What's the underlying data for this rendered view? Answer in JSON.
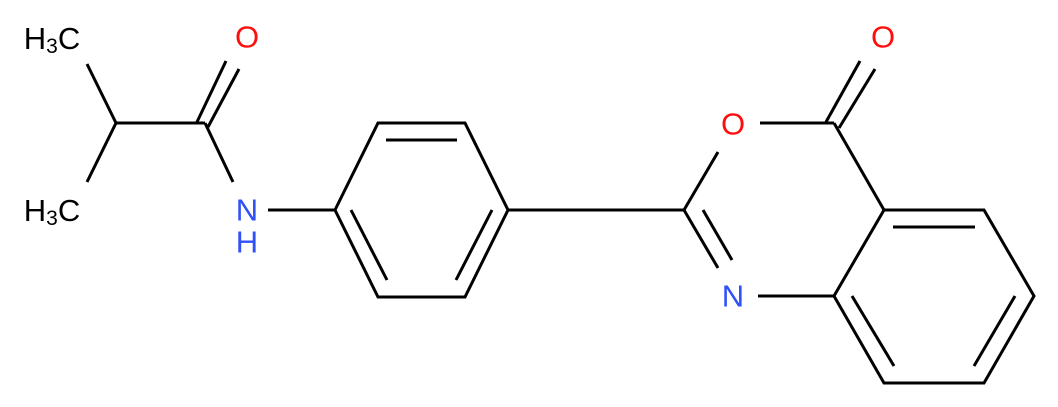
{
  "molecule": {
    "atoms": {
      "methyl_top": {
        "main": "H",
        "sub": "3",
        "tail": "C"
      },
      "methyl_bottom": {
        "main": "H",
        "sub": "3",
        "tail": "C"
      },
      "amide_oxygen": "O",
      "amide_nitrogen": "N",
      "amide_hydrogen": "H",
      "ring_oxygen": "O",
      "lactone_oxygen": "O",
      "ring_nitrogen": "N"
    },
    "colors": {
      "bond": "#000000",
      "oxygen": "#ff0d0d",
      "nitrogen": "#3050f8",
      "carbon_label": "#000000"
    }
  }
}
